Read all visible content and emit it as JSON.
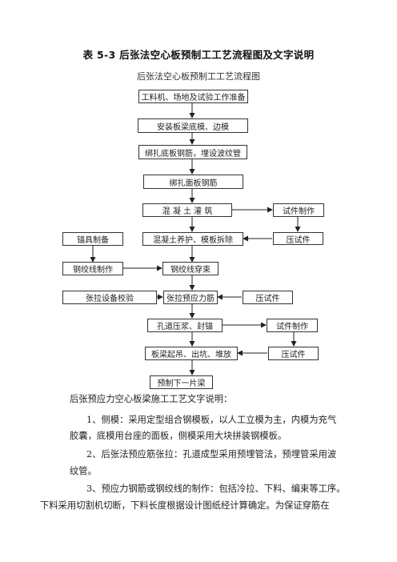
{
  "doc": {
    "title": "表 5-3    后张法空心板预制工工艺流程图及文字说明",
    "subtitle": "后张法空心板预制工工艺流程图"
  },
  "flow": {
    "step1": "工料机、场地及试验工作准备",
    "step2": "安装板梁底模、边模",
    "step3": "绑扎底板钢筋，埋设波纹管",
    "step4": "绑扎面板钢筋",
    "step5": "混 凝 土 灌 筑",
    "step6": "混凝土养护、模板拆除",
    "step7": "钢绞线穿束",
    "step8": "张拉预应力筋",
    "step9": "孔道压浆、封锚",
    "step10": "板梁起吊、出坑、堆放",
    "step11": "预制下一片梁",
    "side_anchor": "锚具制备",
    "side_strand": "钢绞线制作",
    "side_calib": "张拉设备校验",
    "side_specimen1": "试件制作",
    "side_press1": "压试件",
    "side_press2": "压试件",
    "side_specimen2": "试件制作",
    "side_press3": "压试件"
  },
  "text": {
    "intro": "后张预应力空心板梁施工工艺文字说明：",
    "p1_line1": "1、侧模：采用定型组合钢模板，以人工立模为主，内模为充气",
    "p1_line2": "胶囊，底模用台座的面板，侧模采用大块拼装钢模板。",
    "p2_line1": "2、后张法预应筋张拉：孔道成型采用预埋管法，预埋管采用波",
    "p2_line2": "纹管。",
    "p3_line1": "3、预应力钢筋或钢绞线的制作：包括冷拉、下料、编束等工序。",
    "p3_line2": "下料采用切割机切断，下料长度根据设计图纸经计算确定。为保证穿筋在"
  }
}
